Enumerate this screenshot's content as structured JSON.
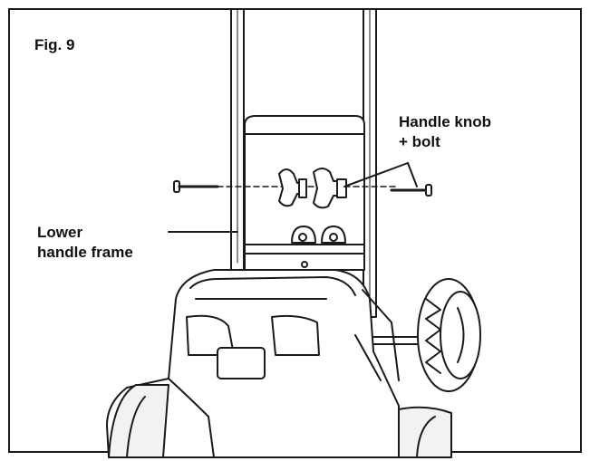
{
  "figure": {
    "number_label": "Fig. 9",
    "callouts": {
      "handle_knob": [
        "Handle knob",
        "+ bolt"
      ],
      "lower_frame": [
        "Lower",
        "handle frame"
      ]
    },
    "colors": {
      "line": "#1a1a1a",
      "background": "#ffffff",
      "shade": "#e6e6e6"
    }
  }
}
